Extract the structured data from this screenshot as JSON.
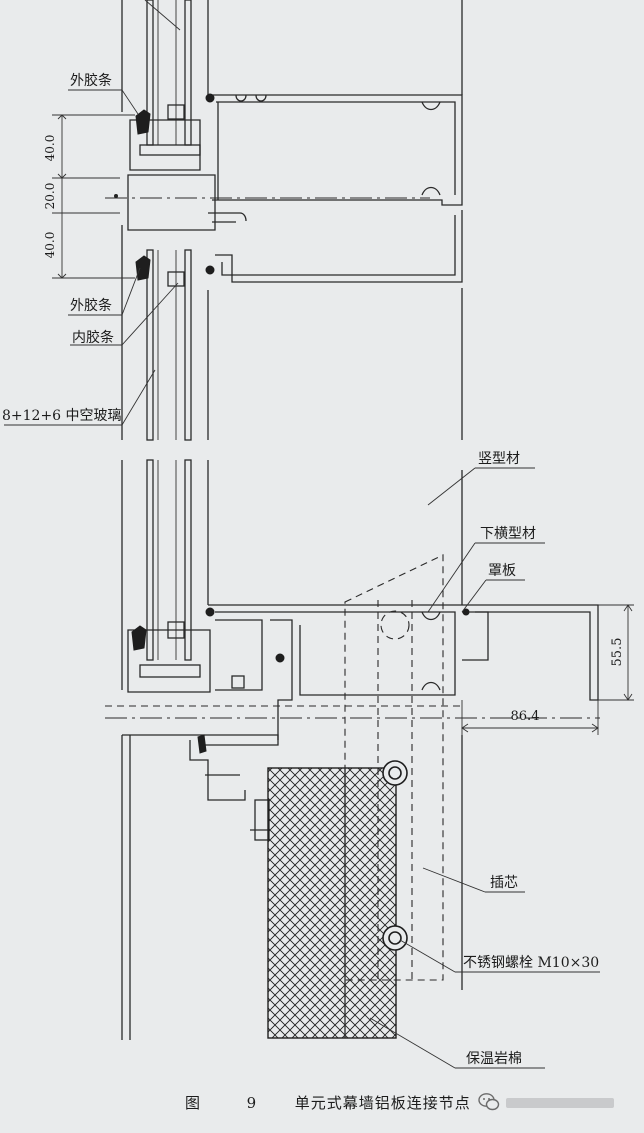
{
  "labels": {
    "outer_gasket_top": "外胶条",
    "outer_gasket": "外胶条",
    "inner_gasket": "内胶条",
    "glass": "8+12+6 中空玻璃",
    "vertical_profile": "竖型材",
    "lower_transom": "下横型材",
    "cover_plate": "罩板",
    "insert_core": "插芯",
    "bolt": "不锈钢螺栓 M10×30",
    "insulation": "保温岩棉"
  },
  "dimensions": {
    "d1": "40.0",
    "d2": "20.0",
    "d3": "40.0",
    "height": "55.5",
    "width": "86.4"
  },
  "caption": {
    "figure": "图",
    "number": "9",
    "title": "单元式幕墙铝板连接节点"
  },
  "watermark_icon": "wechat-icon"
}
